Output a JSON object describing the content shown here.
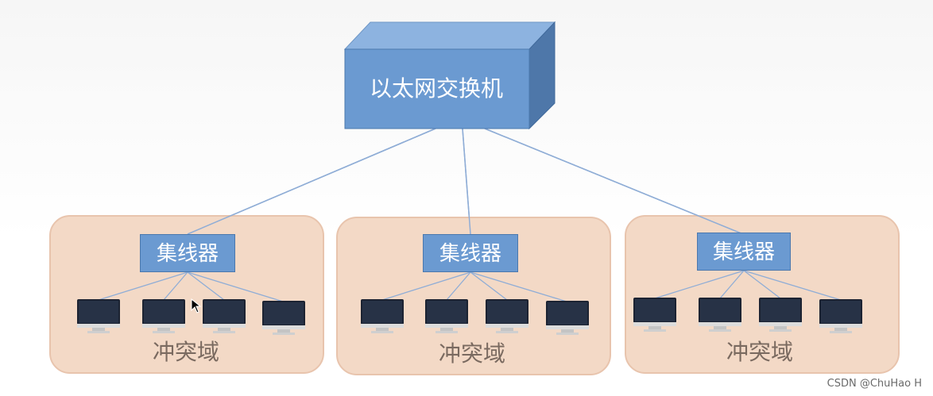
{
  "switch": {
    "label": "以太网交换机"
  },
  "domains": [
    {
      "hub": "集线器",
      "label": "冲突域",
      "hosts": 4
    },
    {
      "hub": "集线器",
      "label": "冲突域",
      "hosts": 4
    },
    {
      "hub": "集线器",
      "label": "冲突域",
      "hosts": 4
    }
  ],
  "watermark": "CSDN @ChuHao H",
  "colors": {
    "switch_front": "#6b9ad1",
    "switch_top": "#8db3e0",
    "switch_side": "#4e77a9",
    "domain_fill": "#f3d9c6",
    "link_line": "#8fadd6",
    "monitor": "#273246"
  }
}
